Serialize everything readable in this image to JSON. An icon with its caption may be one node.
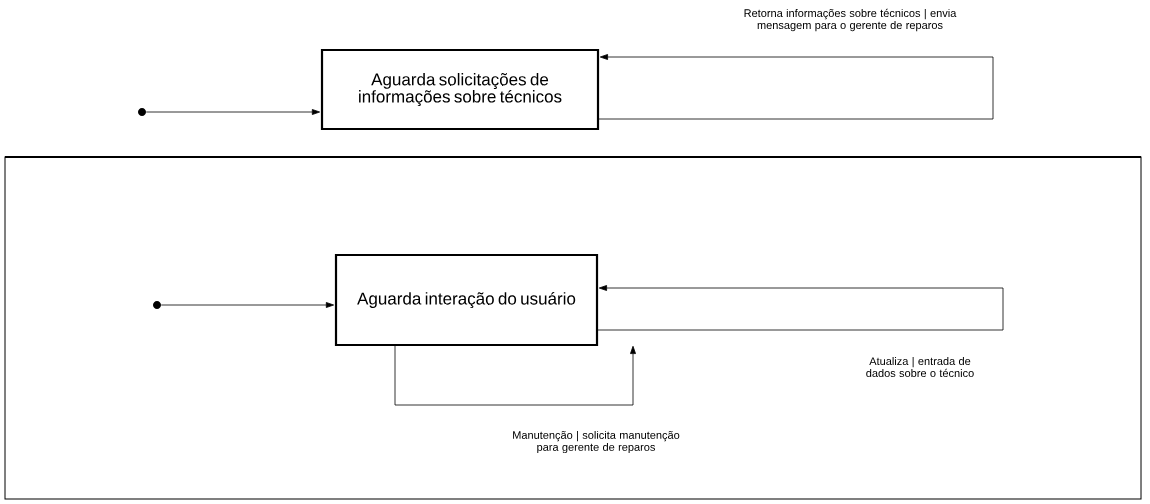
{
  "diagram": {
    "nodes": [
      {
        "text": [],
        "shape": "circle"
      },
      {
        "text": [
          "Aguarda solicitações de informações sobre técnicos"
        ]
      },
      {
        "text": [],
        "shape": "box"
      },
      {
        "text": [],
        "shape": "circle",
        "in": 2
      },
      {
        "text": [
          "Aguarda interação do usuário"
        ],
        "in": 2
      }
    ],
    "edges": [
      {
        "from": 0,
        "to": 1,
        "arrow": "to"
      },
      {
        "from": 1,
        "to": 1,
        "arrow": "to",
        "label": "Retorna informações sobre técnicos | envia mensagem para o gerente de reparos"
      },
      {
        "from": 3,
        "to": 4,
        "arrow": "to"
      },
      {
        "from": 4,
        "to": 4,
        "arrow": "to",
        "label": "Manutenção | solicita manutenção para gerente de reparos"
      },
      {
        "from": 4,
        "to": 4,
        "arrow": "to",
        "label": "Atualiza | entrada de dados sobre o técnico"
      }
    ]
  }
}
